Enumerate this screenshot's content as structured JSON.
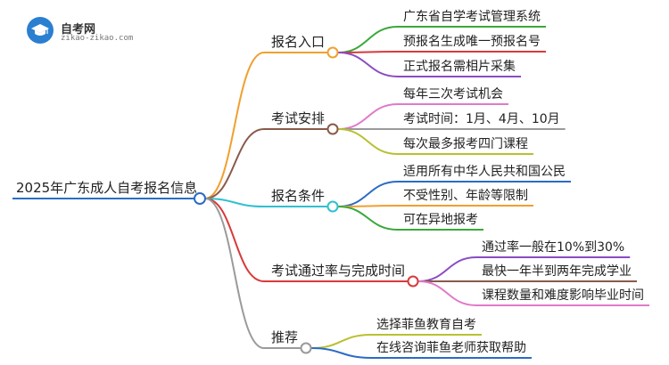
{
  "logo": {
    "title": "自考网",
    "subtitle": "zikao-zikao.com"
  },
  "root": {
    "label": "2025年广东成人自考报名信息"
  },
  "branches": [
    {
      "label": "报名入口",
      "color": "#f0a030",
      "leaves": [
        {
          "label": "广东省自学考试管理系统",
          "color": "#3aa83a"
        },
        {
          "label": "预报名生成唯一预报名号",
          "color": "#d83a3a"
        },
        {
          "label": "正式报名需相片采集",
          "color": "#8a4cc4"
        }
      ]
    },
    {
      "label": "考试安排",
      "color": "#8a5a4a",
      "leaves": [
        {
          "label": "每年三次考试机会",
          "color": "#e07ac8"
        },
        {
          "label": "考试时间：1月、4月、10月",
          "color": "#9a9a9a"
        },
        {
          "label": "每次最多报考四门课程",
          "color": "#b8c030"
        }
      ]
    },
    {
      "label": "报名条件",
      "color": "#30c0d0",
      "leaves": [
        {
          "label": "适用所有中华人民共和国公民",
          "color": "#2a6cc4"
        },
        {
          "label": "不受性别、年龄等限制",
          "color": "#f0a030"
        },
        {
          "label": "可在异地报考",
          "color": "#3aa83a"
        }
      ]
    },
    {
      "label": "考试通过率与完成时间",
      "color": "#d83a3a",
      "leaves": [
        {
          "label": "通过率一般在10%到30%",
          "color": "#8a4cc4"
        },
        {
          "label": "最快一年半到两年完成学业",
          "color": "#8a5a4a"
        },
        {
          "label": "课程数量和难度影响毕业时间",
          "color": "#e07ac8"
        }
      ]
    },
    {
      "label": "推荐",
      "color": "#9a9a9a",
      "leaves": [
        {
          "label": "选择菲鱼教育自考",
          "color": "#b8c030"
        },
        {
          "label": "在线咨询菲鱼老师获取帮助",
          "color": "#2a6cc4"
        }
      ]
    }
  ]
}
